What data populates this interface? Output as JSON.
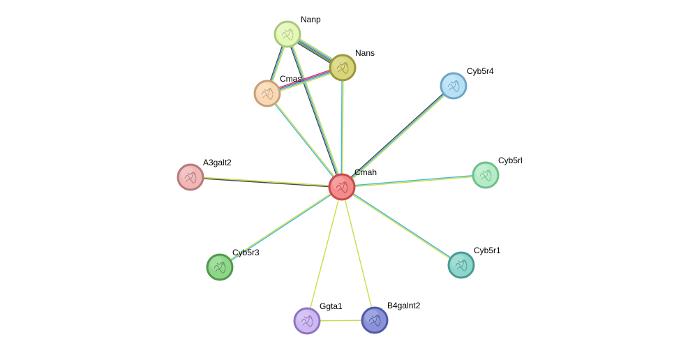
{
  "network": {
    "nodes": [
      {
        "id": "cmah",
        "label": "Cmah",
        "color": "#f28b8b",
        "border": "#c94a4a",
        "query": true
      },
      {
        "id": "nanp",
        "label": "Nanp",
        "color": "#e4f7b8",
        "border": "#a9c97a"
      },
      {
        "id": "nans",
        "label": "Nans",
        "color": "#d8d57a",
        "border": "#9a9640"
      },
      {
        "id": "cmas",
        "label": "Cmas",
        "color": "#f9d8b4",
        "border": "#c8a07a"
      },
      {
        "id": "cyb5r4",
        "label": "Cyb5r4",
        "color": "#b8e0f5",
        "border": "#6fa6c8"
      },
      {
        "id": "cyb5rl",
        "label": "Cyb5rl",
        "color": "#b5ecc7",
        "border": "#6fbf8a"
      },
      {
        "id": "a3galt2",
        "label": "A3galt2",
        "color": "#f1b7b7",
        "border": "#b57a7a"
      },
      {
        "id": "cyb5r3",
        "label": "Cyb5r3",
        "color": "#8fd68a",
        "border": "#4f9a4a"
      },
      {
        "id": "cyb5r1",
        "label": "Cyb5r1",
        "color": "#8ed6cc",
        "border": "#4a9a90"
      },
      {
        "id": "ggta1",
        "label": "Ggta1",
        "color": "#cdb8f0",
        "border": "#8f74c4"
      },
      {
        "id": "b4galnt2",
        "label": "B4galnt2",
        "color": "#8a93d8",
        "border": "#4e5aa6"
      }
    ],
    "edges": [
      {
        "from": "nanp",
        "to": "nans",
        "colors": [
          "#c8dd45",
          "#45b8d8",
          "#7a5aa8",
          "#3aa83a",
          "#4a4a4a"
        ]
      },
      {
        "from": "nanp",
        "to": "cmas",
        "colors": [
          "#c8dd45",
          "#45b8d8",
          "#4a4a4a"
        ]
      },
      {
        "from": "nanp",
        "to": "cmah",
        "colors": [
          "#c8dd45",
          "#45b8d8",
          "#4a4a4a"
        ]
      },
      {
        "from": "nans",
        "to": "cmas",
        "colors": [
          "#c8dd45",
          "#45b8d8",
          "#7a5aa8",
          "#d83a6a"
        ]
      },
      {
        "from": "nans",
        "to": "cmah",
        "colors": [
          "#c8dd45",
          "#45b8d8"
        ]
      },
      {
        "from": "cmas",
        "to": "cmah",
        "colors": [
          "#c8dd45",
          "#45b8d8"
        ]
      },
      {
        "from": "cyb5r4",
        "to": "cmah",
        "colors": [
          "#c8dd45",
          "#45b8d8",
          "#4a4a4a"
        ]
      },
      {
        "from": "cyb5rl",
        "to": "cmah",
        "colors": [
          "#c8dd45",
          "#45b8d8"
        ]
      },
      {
        "from": "a3galt2",
        "to": "cmah",
        "colors": [
          "#c8dd45",
          "#4a4a4a"
        ]
      },
      {
        "from": "cyb5r3",
        "to": "cmah",
        "colors": [
          "#c8dd45",
          "#45b8d8"
        ]
      },
      {
        "from": "cyb5r1",
        "to": "cmah",
        "colors": [
          "#c8dd45",
          "#45b8d8"
        ]
      },
      {
        "from": "ggta1",
        "to": "cmah",
        "colors": [
          "#c8dd45"
        ]
      },
      {
        "from": "b4galnt2",
        "to": "cmah",
        "colors": [
          "#c8dd45"
        ]
      },
      {
        "from": "ggta1",
        "to": "b4galnt2",
        "colors": [
          "#c8dd45"
        ]
      }
    ]
  }
}
